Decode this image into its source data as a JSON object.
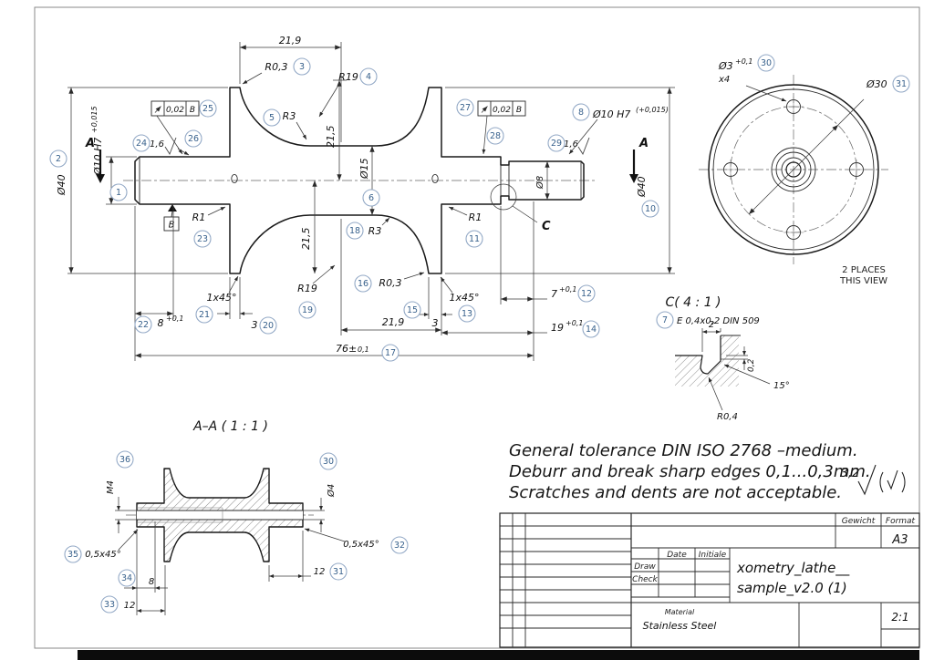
{
  "balloons": {
    "b1": "1",
    "b2": "2",
    "b3": "3",
    "b4": "4",
    "b5": "5",
    "b6": "6",
    "b7": "7",
    "b8": "8",
    "b10": "10",
    "b11": "11",
    "b12": "12",
    "b13": "13",
    "b14": "14",
    "b15": "15",
    "b16": "16",
    "b17": "17",
    "b18": "18",
    "b19": "19",
    "b20": "20",
    "b21": "21",
    "b22": "22",
    "b23": "23",
    "b24": "24",
    "b25": "25",
    "b26": "26",
    "b27": "27",
    "b28": "28",
    "b29": "29",
    "b30": "30",
    "b31": "31",
    "b32": "32",
    "b33": "33",
    "b34": "34",
    "b35": "35",
    "b36": "36"
  },
  "views": {
    "main": {
      "dims": {
        "top_width": "21,9",
        "r03_top": "R0,3",
        "r19_top": "R19",
        "r3_top": "R3",
        "height_top": "21,5",
        "hub_dia": "Ø15",
        "bore_left": "Ø10 H7",
        "bore_left_tol": "+0,015",
        "dia40_left": "Ø40",
        "fcf_value": "0,02",
        "fcf_datum": "B",
        "rough_left": "1,6",
        "rough_right": "1,6",
        "datum_label": "B",
        "r1_left": "R1",
        "r1_right": "R1",
        "r3_mid": "R3",
        "height_bottom": "21,5",
        "r19_bottom": "R19",
        "r03_bottom": "R0,3",
        "chamfer_left": "1x45°",
        "chamfer_right": "1x45°",
        "len8": "8",
        "len8_tol": "+0,1",
        "flange3_left": "3",
        "flange3_right": "3",
        "bottom_width": "21,9",
        "len7": "7",
        "len7_tol": "+0,1",
        "len19": "19",
        "len19_tol": "+0,1",
        "len76": "76±",
        "len76_tol": "0,1",
        "dia8": "Ø8",
        "bore_right": "Ø10 H7",
        "bore_right_tol": "(+0,015)",
        "dia40_right": "Ø40",
        "section_label": "A",
        "detail_label": "C"
      }
    },
    "end_view": {
      "hole_dia": "Ø3",
      "hole_tol": "+0,1",
      "hole_count": "x4",
      "bolt_circle": "Ø30",
      "note1": "2 PLACES",
      "note2": "THIS VIEW"
    },
    "detail_c": {
      "title": "C( 4 : 1 )",
      "spec": "E 0,4x0,2 DIN 509",
      "width": "2",
      "depth": "0,2",
      "angle": "15°",
      "radius": "R0,4"
    },
    "section_aa": {
      "title": "A–A ( 1 : 1 )",
      "thread": "M4",
      "hole_dia": "Ø4",
      "chamfer_left": "0,5x45°",
      "chamfer_right": "0,5x45°",
      "len12_left": "12",
      "len12_right": "12",
      "len8": "8"
    }
  },
  "notes": {
    "line1": "General tolerance DIN ISO 2768 –medium.",
    "line2": "Deburr and break sharp edges 0,1...0,3mm.",
    "line3": "Scratches and dents are not acceptable.",
    "roughness": "3,2"
  },
  "title_block": {
    "gewicht_label": "Gewicht",
    "format_label": "Format",
    "format_value": "A3",
    "date_label": "Date",
    "initiale_label": "Initiale",
    "draw_label": "Draw",
    "check_label": "Check",
    "part_line1": "xometry_lathe__",
    "part_line2": "sample_v2.0 (1)",
    "material_label": "Material",
    "material_value": "Stainless Steel",
    "scale_value": "2:1"
  }
}
